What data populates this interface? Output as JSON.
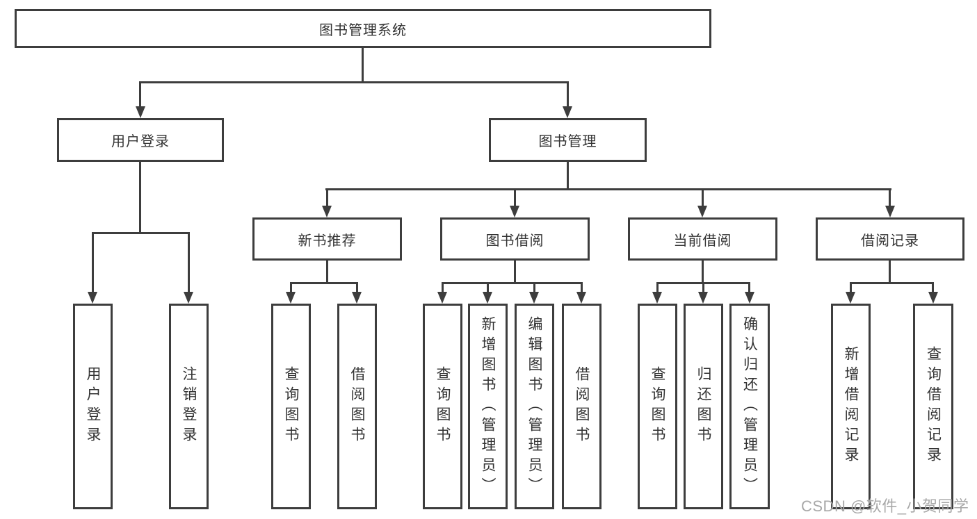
{
  "diagram": {
    "root": {
      "label": "图书管理系统"
    },
    "level2": [
      {
        "label": "用户登录"
      },
      {
        "label": "图书管理"
      }
    ],
    "level3": [
      {
        "label": "新书推荐"
      },
      {
        "label": "图书借阅"
      },
      {
        "label": "当前借阅"
      },
      {
        "label": "借阅记录"
      }
    ],
    "leaves": [
      {
        "label": "用户登录"
      },
      {
        "label": "注销登录"
      },
      {
        "label": "查询图书"
      },
      {
        "label": "借阅图书"
      },
      {
        "label": "查询图书"
      },
      {
        "label": "新增图书（管理员）"
      },
      {
        "label": "编辑图书（管理员）"
      },
      {
        "label": "借阅图书"
      },
      {
        "label": "查询图书"
      },
      {
        "label": "归还图书"
      },
      {
        "label": "确认归还（管理员）"
      },
      {
        "label": "新增借阅记录"
      },
      {
        "label": "查询借阅记录"
      }
    ]
  },
  "watermark": {
    "text": "CSDN @软件_小贺同学"
  },
  "colors": {
    "line": "#3d3d3d",
    "text": "#333333",
    "watermark": "#a8a8a8",
    "background": "#ffffff"
  }
}
